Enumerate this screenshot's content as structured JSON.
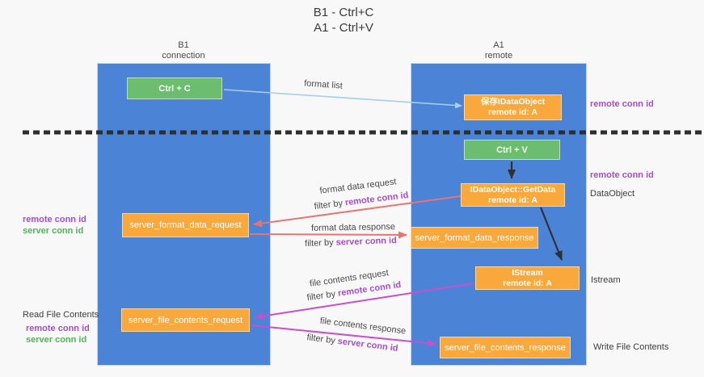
{
  "title": {
    "line1": "B1 - Ctrl+C",
    "line2": "A1 - Ctrl+V"
  },
  "lifelines": {
    "left": {
      "name": "B1",
      "role": "connection"
    },
    "right": {
      "name": "A1",
      "role": "remote"
    }
  },
  "nodes": {
    "ctrl_c": "Ctrl + C",
    "ctrl_v": "Ctrl + V",
    "save_idataobject": {
      "line1": "保存IDataObject",
      "line2": "remote id: A"
    },
    "getdata": {
      "line1": "IDataObject::GetData",
      "line2": "remote id: A"
    },
    "istream": {
      "line1": "IStream",
      "line2": "remote id: A"
    },
    "server_format_data_request": "server_format_data_request",
    "server_format_data_response": "server_format_data_response",
    "server_file_contents_request": "server_file_contents_request",
    "server_file_contents_response": "server_file_contents_response"
  },
  "messages": {
    "format_list": "format list",
    "format_data_request": "format data request",
    "format_data_response": "format data response",
    "file_contents_request": "file contents request",
    "file_contents_response": "file contents response",
    "filter_by": "filter by",
    "remote_conn_id": "remote conn id",
    "server_conn_id": "server conn id"
  },
  "annotations": {
    "remote_conn_id_top": "remote conn id",
    "remote_conn_id_mid": "remote conn id",
    "dataobject": "DataObject",
    "istream": "Istream",
    "read_file_contents": "Read File Contents",
    "write_file_contents": "Write File Contents",
    "legend1_remote": "remote conn id",
    "legend1_server": "server conn id",
    "legend2_remote": "remote conn id",
    "legend2_server": "server conn id"
  },
  "colors": {
    "lifeline_blue": "#4b84d7",
    "action_green": "#6dbd70",
    "object_orange": "#f9a93c",
    "arrow_format_list": "#a5cfec",
    "arrow_format": "#e77470",
    "arrow_file": "#cb4ecb",
    "arrow_black": "#303030",
    "remote_conn_purple": "#a44fc6",
    "server_conn_green": "#4fb45a",
    "text_dark": "#3d3d3d"
  }
}
